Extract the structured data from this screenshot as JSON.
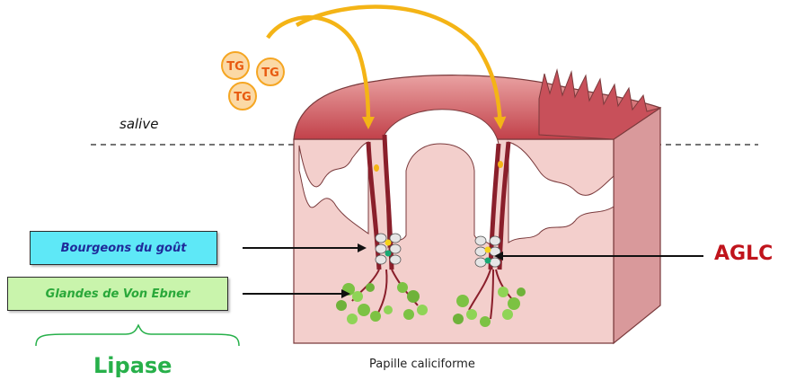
{
  "diagram": {
    "labels": {
      "salive": "salive",
      "bourgeons": "Bourgeons du goût",
      "glandes": "Glandes de Von Ebner",
      "lipase": "Lipase",
      "aglc": "AGLC",
      "papille": "Papille caliciforme",
      "tg": [
        "TG",
        "TG",
        "TG"
      ]
    },
    "colors": {
      "arrow_yellow": "#f4b416",
      "tissue_pink": "#f2c6c4",
      "tissue_dark": "#d68a8c",
      "mucosa_red": "#c2414a",
      "gland_green": "#7cc243",
      "tg_orange": "#f5a623",
      "bourgeons_box": "#5ee8f7",
      "glandes_box": "#c9f4ac",
      "aglc_red": "#c0141c",
      "lipase_green": "#27b04a"
    }
  }
}
